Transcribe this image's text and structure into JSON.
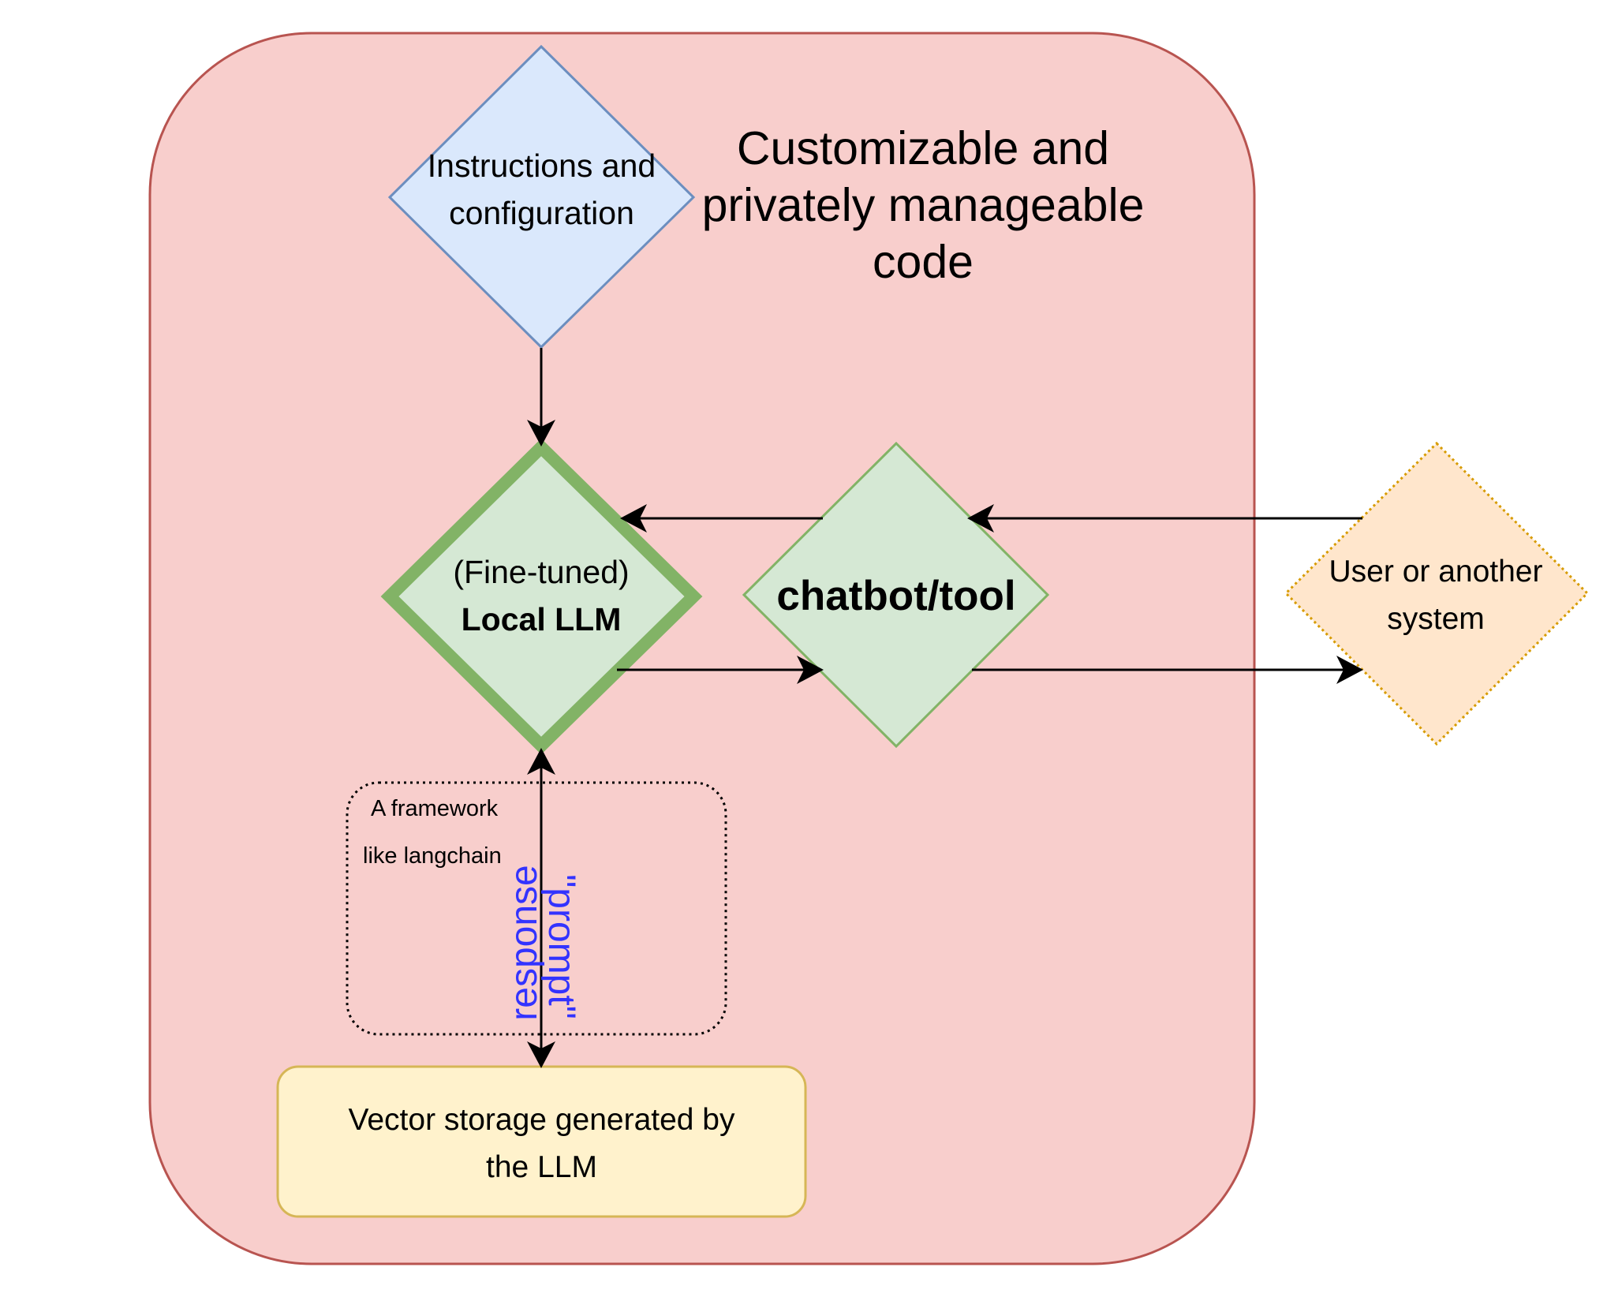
{
  "title": {
    "lines": [
      "Customizable and",
      "privately manageable",
      "code"
    ]
  },
  "nodes": {
    "instructions": {
      "lines": [
        "Instructions and",
        "configuration"
      ],
      "shape": "diamond"
    },
    "local_llm": {
      "lines": [
        "(Fine-tuned)",
        "Local LLM"
      ],
      "shape": "diamond"
    },
    "chatbot": {
      "label": "chatbot/tool",
      "shape": "diamond"
    },
    "user": {
      "lines": [
        "User or another",
        "system"
      ],
      "shape": "diamond"
    },
    "vector_storage": {
      "lines": [
        "Vector storage generated by",
        "the LLM"
      ],
      "shape": "rounded-rectangle"
    },
    "framework": {
      "lines": [
        "A framework",
        "like langchain"
      ],
      "shape": "dotted-rounded-rectangle"
    }
  },
  "edges": [
    {
      "from": "instructions",
      "to": "local_llm"
    },
    {
      "from": "chatbot",
      "to": "local_llm"
    },
    {
      "from": "user",
      "to": "chatbot"
    },
    {
      "from": "local_llm",
      "to": "chatbot"
    },
    {
      "from": "chatbot",
      "to": "user"
    },
    {
      "from": "local_llm",
      "to": "vector_storage",
      "bidirectional": true
    }
  ],
  "edge_labels": {
    "response": "response",
    "prompt": "\"prompt\""
  },
  "colors": {
    "container_fill": "#f8cecc",
    "container_stroke": "#b85450",
    "instructions_fill": "#dae8fc",
    "instructions_stroke": "#6c8ebf",
    "green_fill": "#d5e8d4",
    "green_stroke": "#82b366",
    "user_fill": "#ffe6cc",
    "user_stroke": "#d79b00",
    "vector_fill": "#fff2cc",
    "vector_stroke": "#d6b656",
    "edge_label": "#3333ff"
  }
}
